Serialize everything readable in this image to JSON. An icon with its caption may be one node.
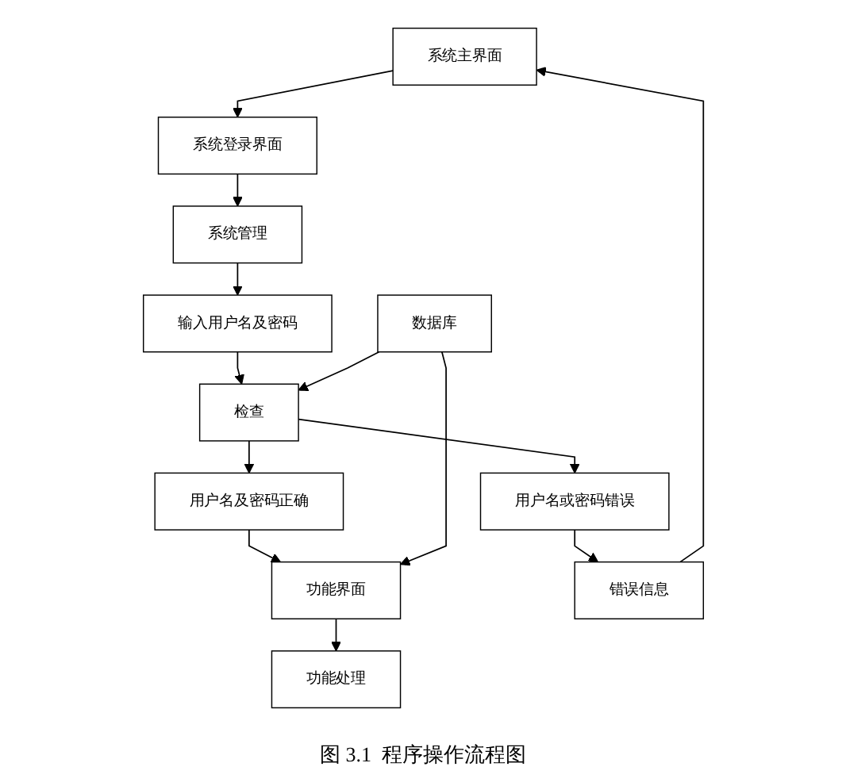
{
  "diagram": {
    "caption": "图 3.1  程序操作流程图",
    "nodes": [
      {
        "text": [
          "系统主界面"
        ]
      },
      {
        "text": [
          "系统登录界面"
        ]
      },
      {
        "text": [
          "系统管理"
        ]
      },
      {
        "text": [
          "输入用户名及密码"
        ]
      },
      {
        "text": [
          "检查"
        ]
      },
      {
        "text": [
          "用户名及密码正确"
        ]
      },
      {
        "text": [
          "功能界面"
        ]
      },
      {
        "text": [
          "功能处理"
        ]
      },
      {
        "text": [
          "数据库"
        ]
      },
      {
        "text": [
          "用户名或密码错误"
        ]
      },
      {
        "text": [
          "错误信息"
        ]
      }
    ],
    "edges": [
      {
        "from": 0,
        "to": 1,
        "arrow": "to"
      },
      {
        "from": 1,
        "to": 2,
        "arrow": "to"
      },
      {
        "from": 2,
        "to": 3,
        "arrow": "to"
      },
      {
        "from": 3,
        "to": 4,
        "arrow": "to"
      },
      {
        "from": 8,
        "to": 4,
        "arrow": "to"
      },
      {
        "from": 4,
        "to": 9,
        "arrow": "to"
      },
      {
        "from": 9,
        "to": 10,
        "arrow": "to"
      },
      {
        "from": 10,
        "to": 0,
        "arrow": "to"
      },
      {
        "from": 4,
        "to": 5,
        "arrow": "to"
      },
      {
        "from": 5,
        "to": 6,
        "arrow": "to"
      },
      {
        "from": 8,
        "to": 6,
        "arrow": "to"
      },
      {
        "from": 6,
        "to": 7,
        "arrow": "to"
      }
    ]
  }
}
